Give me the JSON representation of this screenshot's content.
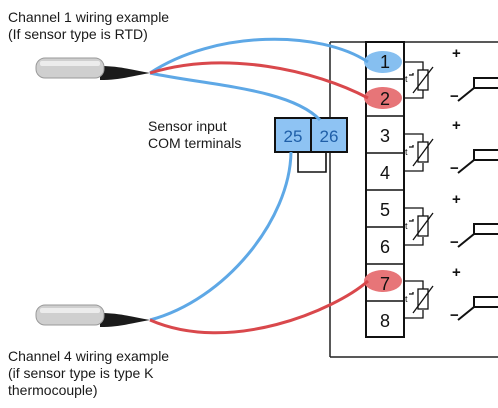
{
  "captions": {
    "top": [
      "Channel 1 wiring example",
      "(If sensor type is RTD)"
    ],
    "com": [
      "Sensor input",
      "COM terminals"
    ],
    "bottom": [
      "Channel 4 wiring example",
      "(if sensor type is type K",
      "thermocouple)"
    ]
  },
  "com_terminals": [
    "25",
    "26"
  ],
  "terminals": [
    "1",
    "2",
    "3",
    "4",
    "5",
    "6",
    "7",
    "8"
  ],
  "rtd_symbol_label": "t",
  "plus_symbol": "+",
  "minus_symbol": "−",
  "colors": {
    "wire_blue": "#5ea8e6",
    "wire_red": "#d9484c",
    "highlight_blue": "#86bff0",
    "highlight_red": "#e77578",
    "com_fill": "#8ec3f3",
    "com_text": "#1f5fa8",
    "probe_body": "#cfcfcf",
    "probe_cable": "#1b1b1b"
  }
}
